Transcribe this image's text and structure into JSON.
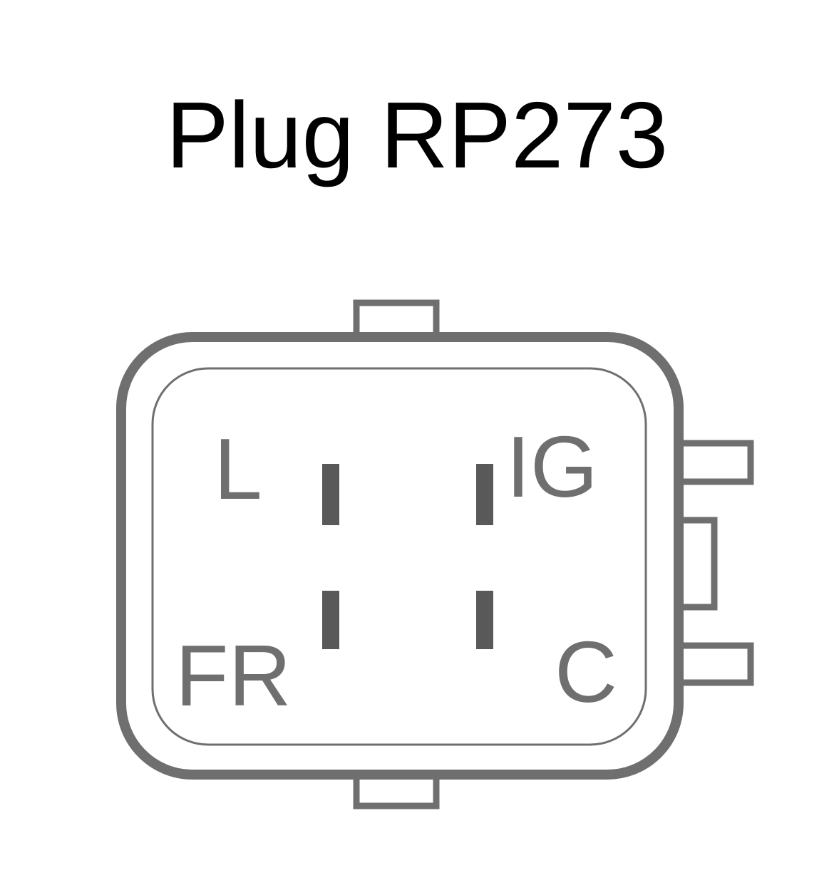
{
  "title": "Plug RP273",
  "colors": {
    "outline": "#6f6f6f",
    "pin": "#595959",
    "label": "#6f6f6f",
    "background": "#ffffff"
  },
  "pins": [
    {
      "id": "L",
      "label": "L"
    },
    {
      "id": "IG",
      "label": "IG"
    },
    {
      "id": "FR",
      "label": "FR"
    },
    {
      "id": "C",
      "label": "C"
    }
  ]
}
